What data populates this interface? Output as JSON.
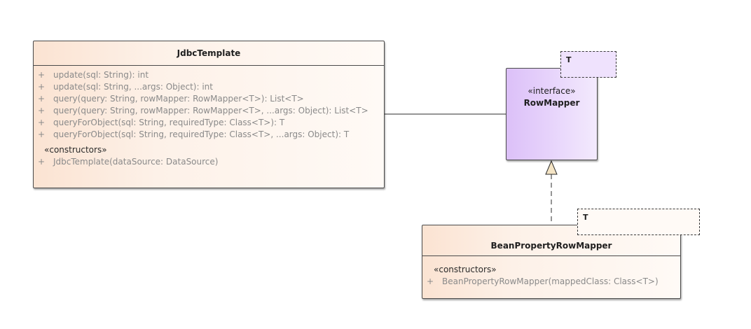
{
  "jdbc_template": {
    "name": "JdbcTemplate",
    "operations": [
      {
        "visibility": "+",
        "signature": "update(sql: String): int"
      },
      {
        "visibility": "+",
        "signature": "update(sql: String, ...args: Object): int"
      },
      {
        "visibility": "+",
        "signature": "query(query: String, rowMapper: RowMapper<T>): List<T>"
      },
      {
        "visibility": "+",
        "signature": "query(query: String, rowMapper: RowMapper<T>, ...args: Object): List<T>"
      },
      {
        "visibility": "+",
        "signature": "queryForObject(sql: String, requiredType: Class<T>): T"
      },
      {
        "visibility": "+",
        "signature": "queryForObject(sql: String, requiredType: Class<T>, ...args: Object): T"
      }
    ],
    "constructors_label": "«constructors»",
    "constructors": [
      {
        "visibility": "+",
        "signature": "JdbcTemplate(dataSource: DataSource)"
      }
    ]
  },
  "row_mapper": {
    "stereotype": "«interface»",
    "name": "RowMapper",
    "template_param": "T"
  },
  "bean_property_row_mapper": {
    "name": "BeanPropertyRowMapper",
    "template_param": "T",
    "constructors_label": "«constructors»",
    "constructors": [
      {
        "visibility": "+",
        "signature": "BeanPropertyRowMapper(mappedClass: Class<T>)"
      }
    ]
  },
  "colors": {
    "class_fill_warm": "#fbe3d2",
    "interface_fill": "#dcc0f8",
    "template_param_purple": "#efe2fd",
    "realization_arrow_fill": "#f4e4c4",
    "line": "#2b2b2b"
  },
  "relationships": [
    {
      "type": "association",
      "from": "JdbcTemplate",
      "to": "RowMapper"
    },
    {
      "type": "realization",
      "from": "BeanPropertyRowMapper",
      "to": "RowMapper"
    }
  ]
}
